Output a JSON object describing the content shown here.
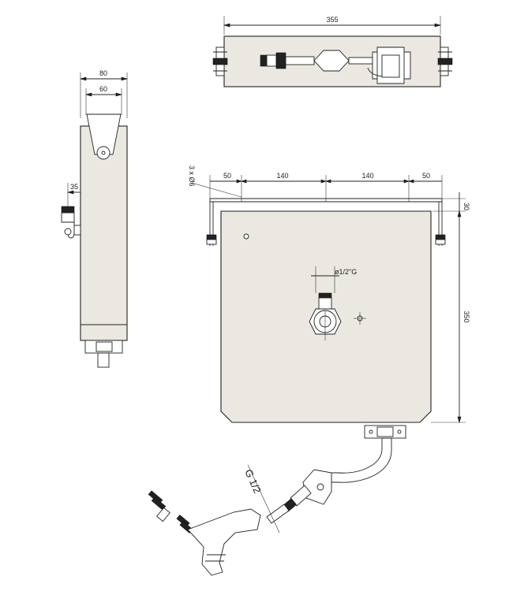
{
  "top_view": {
    "width": "355"
  },
  "side_view": {
    "outer_width": "80",
    "inner_width": "60",
    "pipe_offset": "35"
  },
  "front_view": {
    "holes": "3 x Ø6",
    "spacing": [
      "50",
      "140",
      "140",
      "50"
    ],
    "top_offset": "30",
    "height": "350",
    "thread": "ø1/2\"G"
  },
  "outlet": {
    "thread": "G 1/2"
  }
}
